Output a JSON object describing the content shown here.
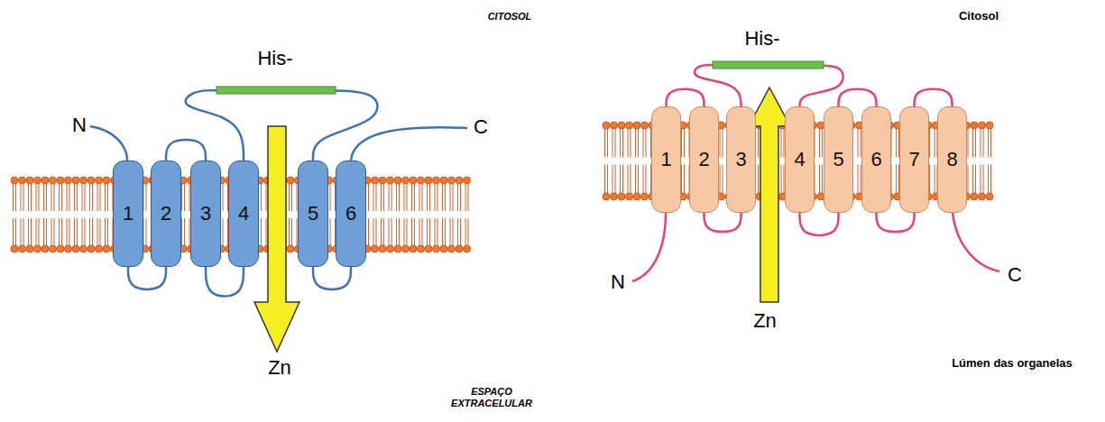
{
  "diagram": {
    "nodes": [
      {
        "text": [
          "1"
        ]
      },
      {
        "text": [
          "2"
        ]
      },
      {
        "text": [
          "3"
        ]
      },
      {
        "text": [
          "4"
        ]
      },
      {
        "text": [
          "5"
        ]
      },
      {
        "text": [
          "6"
        ]
      },
      {
        "text": [
          "1"
        ]
      },
      {
        "text": [
          "2"
        ]
      },
      {
        "text": [
          "3"
        ]
      },
      {
        "text": [
          "4"
        ]
      },
      {
        "text": [
          "5"
        ]
      },
      {
        "text": [
          "6"
        ]
      },
      {
        "text": [
          "7"
        ]
      },
      {
        "text": [
          "8"
        ]
      }
    ],
    "edges": [
      {
        "from": 0,
        "to": 1,
        "arrow": "none"
      },
      {
        "from": 1,
        "to": 2,
        "arrow": "none"
      },
      {
        "from": 2,
        "to": 3,
        "arrow": "none"
      },
      {
        "from": 3,
        "to": 4,
        "arrow": "none"
      },
      {
        "from": 4,
        "to": 5,
        "arrow": "none"
      },
      {
        "from": 6,
        "to": 7,
        "arrow": "none"
      },
      {
        "from": 7,
        "to": 8,
        "arrow": "none"
      },
      {
        "from": 8,
        "to": 9,
        "arrow": "none"
      },
      {
        "from": 9,
        "to": 10,
        "arrow": "none"
      },
      {
        "from": 10,
        "to": 11,
        "arrow": "none"
      },
      {
        "from": 11,
        "to": 12,
        "arrow": "none"
      },
      {
        "from": 12,
        "to": 13,
        "arrow": "none"
      }
    ],
    "labels": [
      "CITOSOL",
      "His-",
      "N",
      "C",
      "Zn",
      "ESPAÇO EXTRACELULAR",
      "Citosol",
      "His-",
      "N",
      "C",
      "Zn",
      "Lúmen das organelas"
    ]
  }
}
